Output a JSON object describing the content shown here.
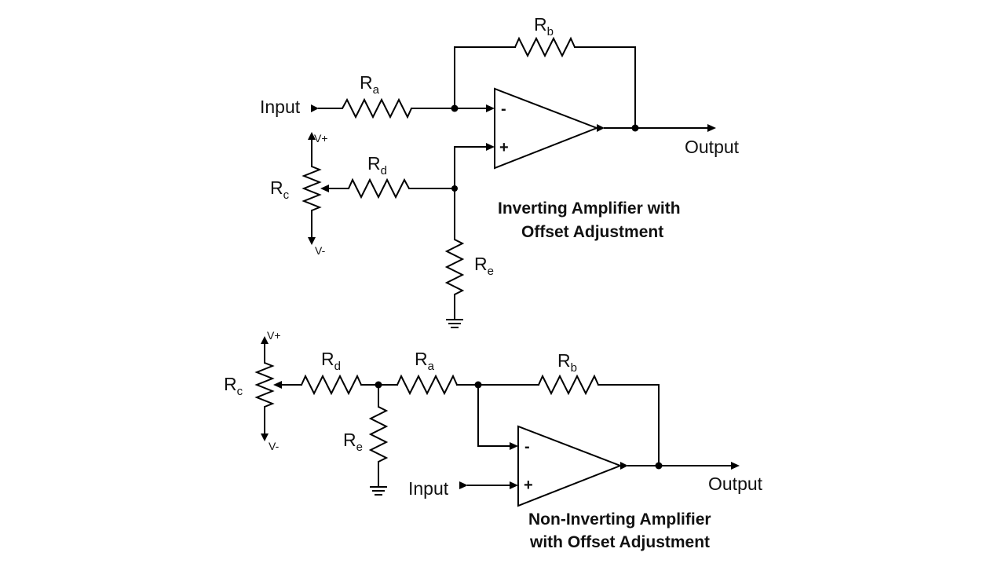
{
  "diagrams": [
    {
      "title_line1": "Inverting Amplifier with",
      "title_line2": "Offset Adjustment",
      "input_label": "Input",
      "output_label": "Output",
      "opamp": {
        "minus": "-",
        "plus": "+"
      },
      "resistors": {
        "a": {
          "letter": "R",
          "sub": "a"
        },
        "b": {
          "letter": "R",
          "sub": "b"
        },
        "c": {
          "letter": "R",
          "sub": "c"
        },
        "d": {
          "letter": "R",
          "sub": "d"
        },
        "e": {
          "letter": "R",
          "sub": "e"
        }
      },
      "supply": {
        "pos": "V+",
        "neg": "V-"
      }
    },
    {
      "title_line1": "Non-Inverting Amplifier",
      "title_line2": "with Offset Adjustment",
      "input_label": "Input",
      "output_label": "Output",
      "opamp": {
        "minus": "-",
        "plus": "+"
      },
      "resistors": {
        "a": {
          "letter": "R",
          "sub": "a"
        },
        "b": {
          "letter": "R",
          "sub": "b"
        },
        "c": {
          "letter": "R",
          "sub": "c"
        },
        "d": {
          "letter": "R",
          "sub": "d"
        },
        "e": {
          "letter": "R",
          "sub": "e"
        }
      },
      "supply": {
        "pos": "V+",
        "neg": "V-"
      }
    }
  ],
  "colors": {
    "ink": "#000000",
    "background": "#ffffff"
  }
}
